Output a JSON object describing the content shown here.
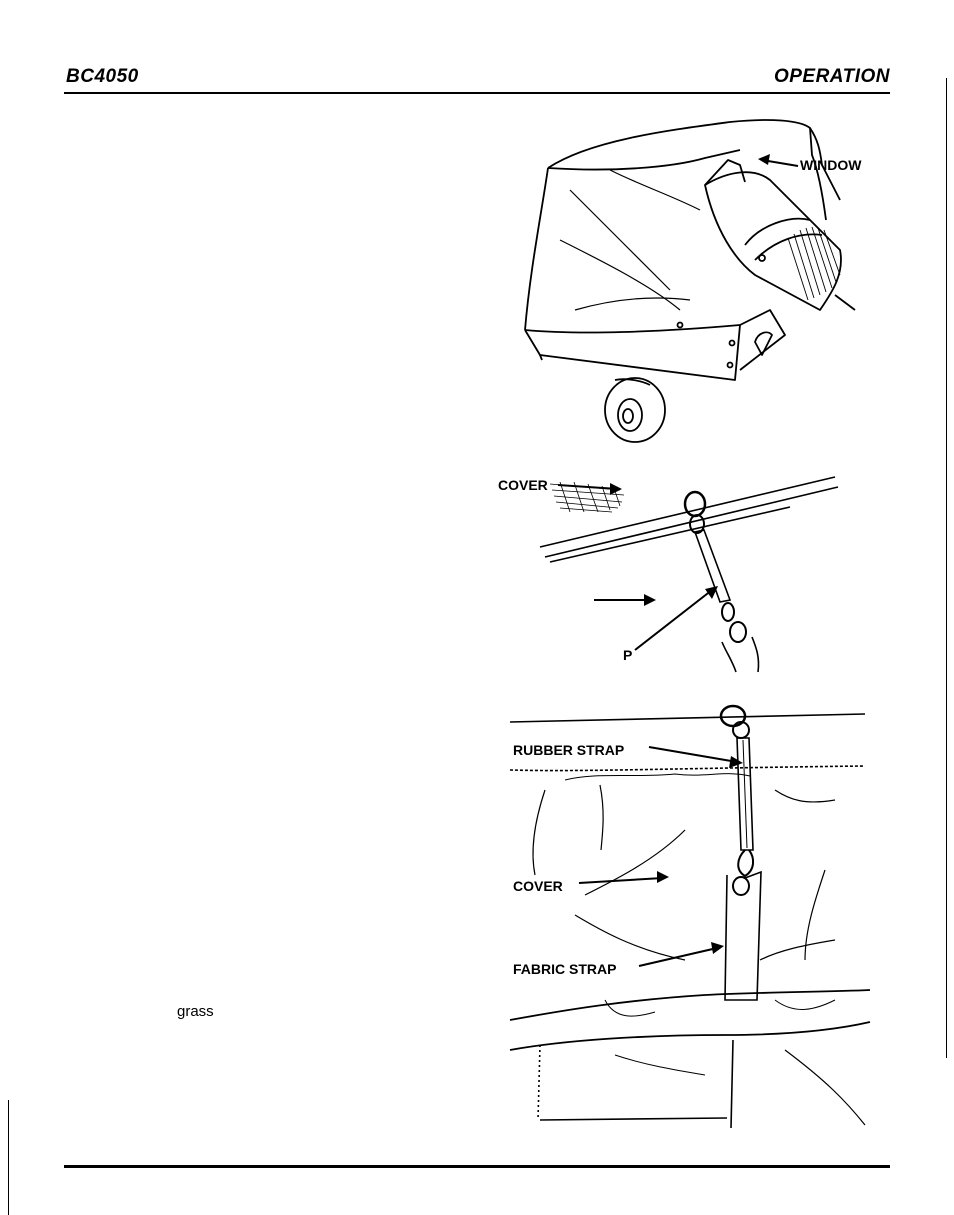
{
  "header": {
    "model": "BC4050",
    "section": "OPERATION"
  },
  "body_text": {
    "stray_word": "grass"
  },
  "figures": {
    "fig1": {
      "window_label": "WINDOW"
    },
    "fig2": {
      "cover_label": "COVER",
      "partial_label": "P"
    },
    "fig3": {
      "rubber_strap_label": "RUBBER STRAP",
      "cover_label": "COVER",
      "fabric_strap_label": "FABRIC STRAP"
    }
  }
}
